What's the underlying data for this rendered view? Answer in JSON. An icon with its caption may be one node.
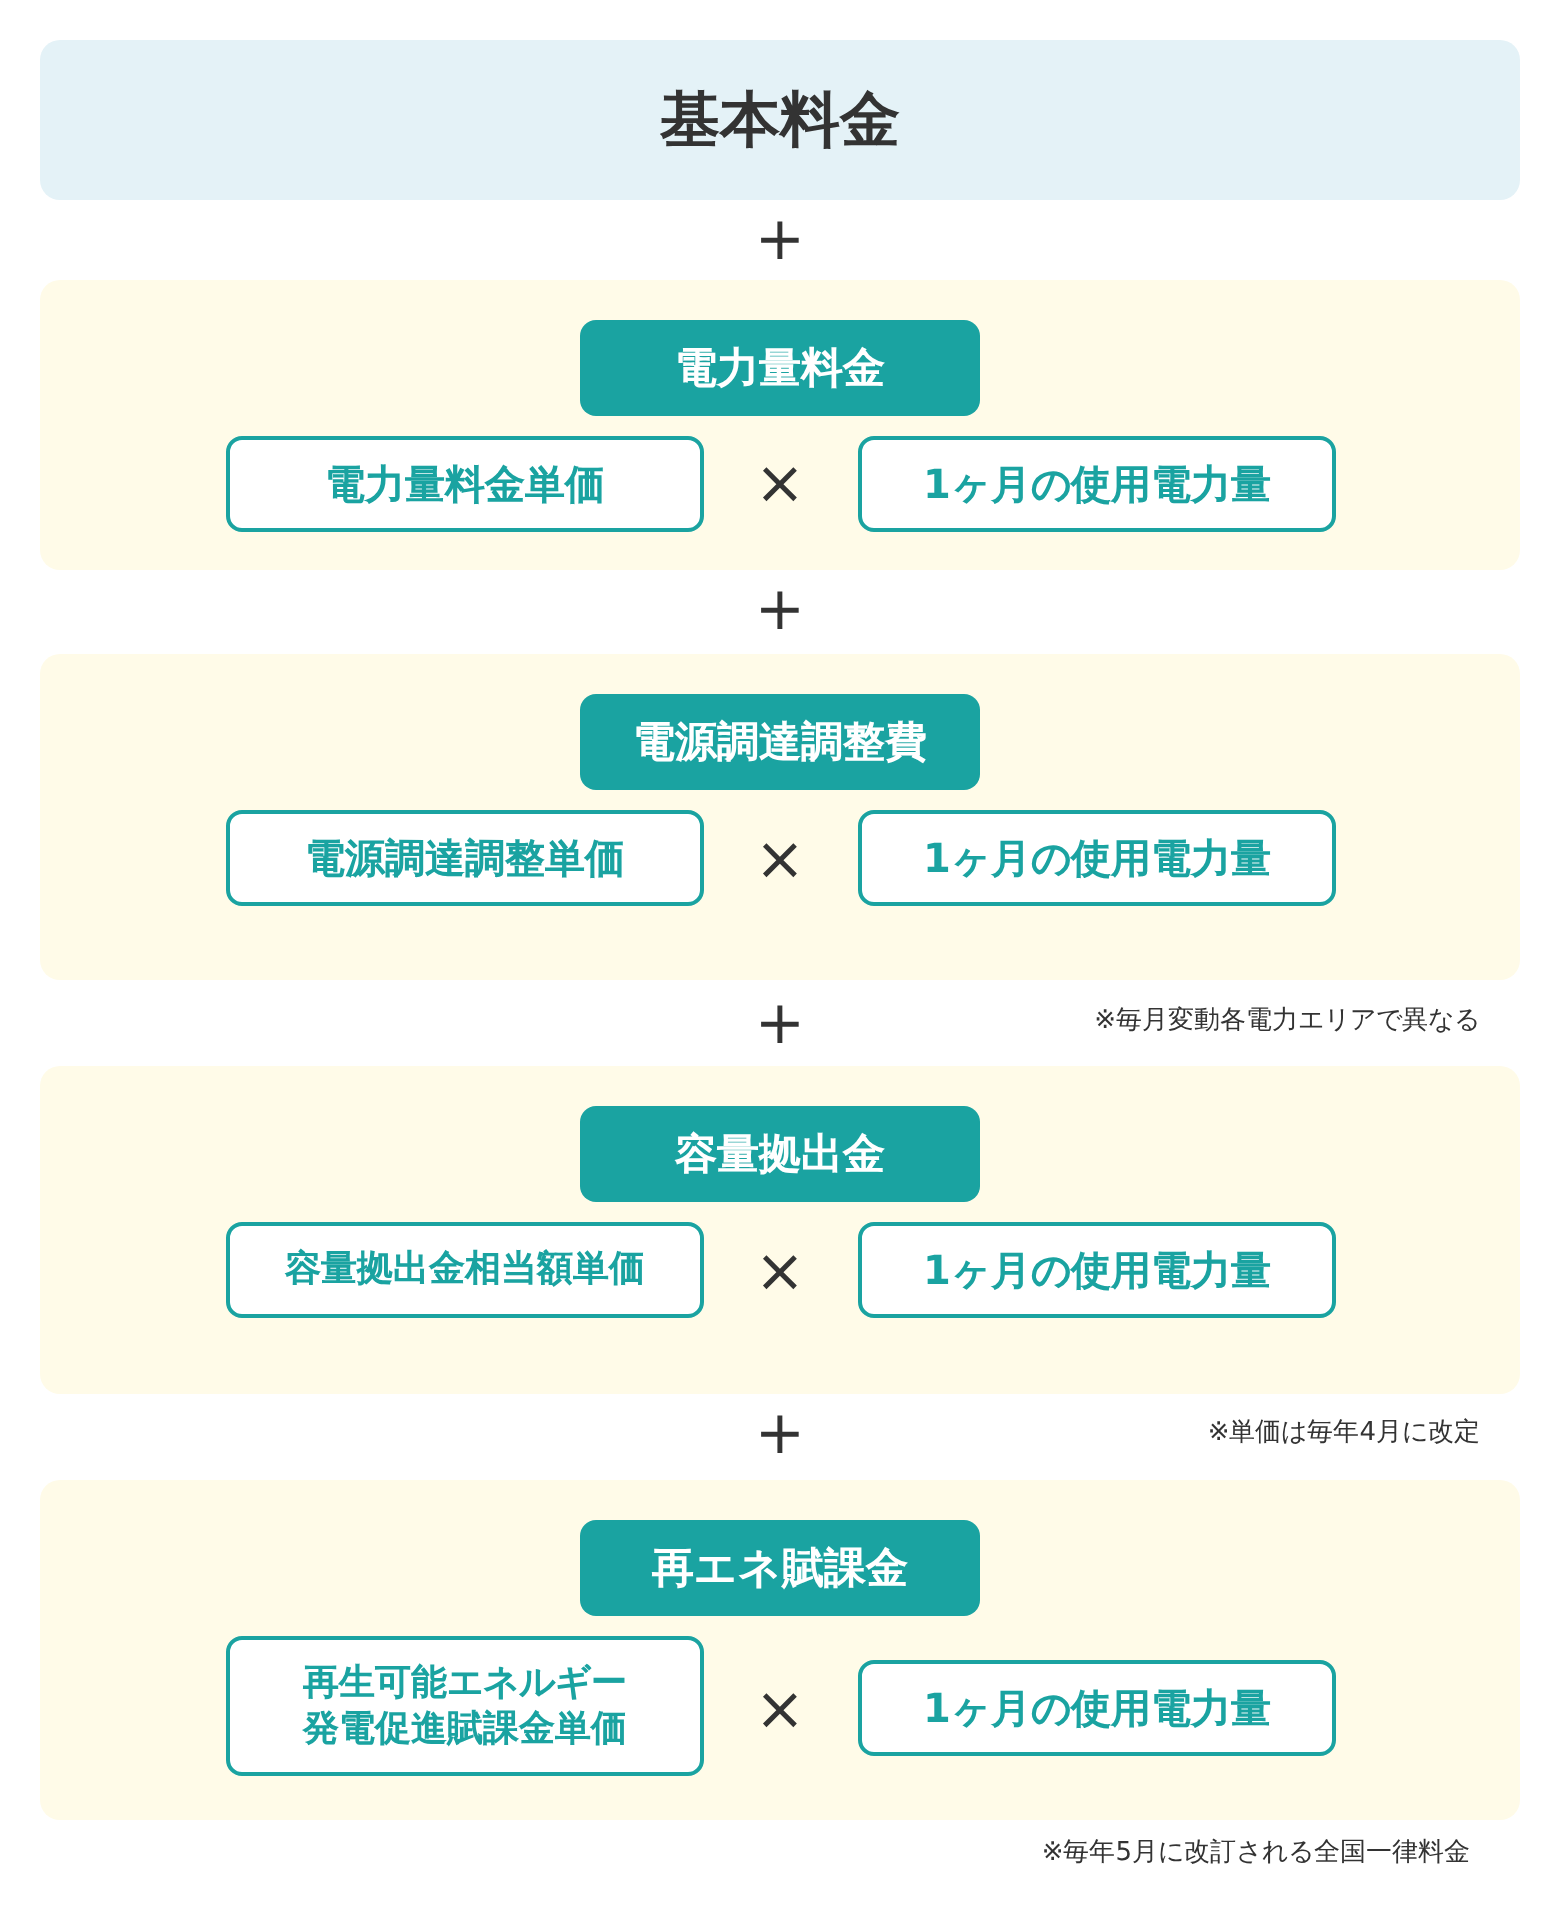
{
  "diagram": {
    "nodes": [
      {
        "text": [
          "基本料金"
        ]
      },
      {
        "text": [],
        "shape": "band"
      },
      {
        "text": [
          "電力量料金"
        ],
        "in": 1
      },
      {
        "text": [
          "電力量料金単価"
        ],
        "in": 1
      },
      {
        "text": [
          "1ヶ月の使用電力量"
        ],
        "in": 1
      },
      {
        "text": [],
        "shape": "band"
      },
      {
        "text": [
          "電源調達調整費"
        ],
        "in": 5
      },
      {
        "text": [
          "電源調達調整単価"
        ],
        "in": 5
      },
      {
        "text": [
          "1ヶ月の使用電力量"
        ],
        "in": 5
      },
      {
        "text": [],
        "shape": "band"
      },
      {
        "text": [
          "容量拠出金"
        ],
        "in": 9
      },
      {
        "text": [
          "容量拠出金相当額単価"
        ],
        "in": 9
      },
      {
        "text": [
          "1ヶ月の使用電力量"
        ],
        "in": 9
      },
      {
        "text": [],
        "shape": "band"
      },
      {
        "text": [
          "再エネ賦課金"
        ],
        "in": 13
      },
      {
        "text": [
          "再生可能エネルギー発電促進賦課金単価"
        ],
        "in": 13
      },
      {
        "text": [
          "1ヶ月の使用電力量"
        ],
        "in": 13
      }
    ],
    "labels": [
      "+",
      "×",
      "+",
      "×",
      "+",
      "※毎月変動各電力エリアで異なる",
      "×",
      "+",
      "※単価は毎年4月に改定",
      "×",
      "※毎年5月に改訂される全国一律料金"
    ]
  }
}
